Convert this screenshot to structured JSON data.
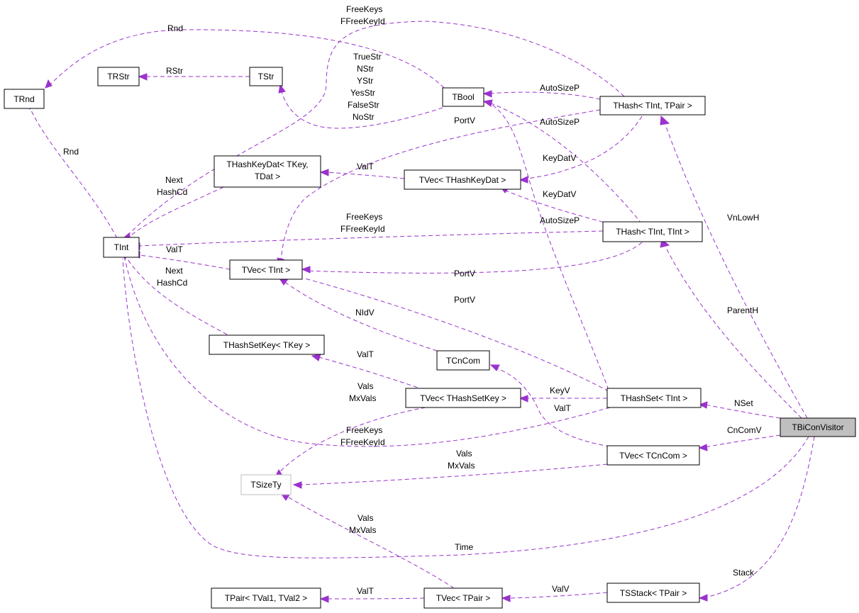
{
  "diagram": {
    "nodes": {
      "tbiconvisitor": "TBiConVisitor",
      "thash_tint_tpair": "THash< TInt, TPair >",
      "thash_tint_tint": "THash< TInt, TInt >",
      "thashset_tint": "THashSet< TInt >",
      "tvec_tcncom": "TVec< TCnCom >",
      "tsstack_tpair": "TSStack< TPair >",
      "tvec_tpair": "TVec< TPair >",
      "tpair_tval1_tval2": "TPair< TVal1, TVal2 >",
      "tsizety": "TSizeTy",
      "tvec_thashsetkey": "TVec< THashSetKey >",
      "thashsetkey_tkey": "THashSetKey< TKey >",
      "tcncom": "TCnCom",
      "tvec_tint": "TVec< TInt >",
      "tint": "TInt",
      "thashkeydat_1": "THashKeyDat< TKey,",
      "thashkeydat_2": "TDat >",
      "tvec_thashkeydat": "TVec< THashKeyDat >",
      "tbool": "TBool",
      "tstr": "TStr",
      "trstr": "TRStr",
      "trnd": "TRnd"
    },
    "edge_labels": {
      "vnlowh": "VnLowH",
      "parenth": "ParentH",
      "nset": "NSet",
      "cncomv": "CnComV",
      "stack": "Stack",
      "time": "Time",
      "valv": "ValV",
      "valt_tpair": "ValT",
      "vals_1": "Vals",
      "mxvals_1": "MxVals",
      "vals_2": "Vals",
      "mxvals_2": "MxVals",
      "vals_3": "Vals",
      "mxvals_3": "MxVals",
      "keyv": "KeyV",
      "valt_hashset": "ValT",
      "freekeys_1": "FreeKeys",
      "ffreekeyid_1": "FFreeKeyId",
      "freekeys_2": "FreeKeys",
      "ffreekeyid_2": "FFreeKeyId",
      "freekeys_3": "FreeKeys",
      "ffreekeyid_3": "FFreeKeyId",
      "portv_1": "PortV",
      "portv_2": "PortV",
      "portv_3": "PortV",
      "valt_thashsetkey": "ValT",
      "nidv": "NIdV",
      "next_1": "Next",
      "hashcd_1": "HashCd",
      "next_2": "Next",
      "hashcd_2": "HashCd",
      "valt_tint": "ValT",
      "valt_thashkeydat": "ValT",
      "keydatv_1": "KeyDatV",
      "keydatv_2": "KeyDatV",
      "autosizep_1": "AutoSizeP",
      "autosizep_2": "AutoSizeP",
      "autosizep_3": "AutoSizeP",
      "rnd_1": "Rnd",
      "rnd_2": "Rnd",
      "rstr": "RStr",
      "truestr": "TrueStr",
      "nstr": "NStr",
      "ystr": "YStr",
      "yesstr": "YesStr",
      "falsestr": "FalseStr",
      "nostr": "NoStr"
    }
  }
}
